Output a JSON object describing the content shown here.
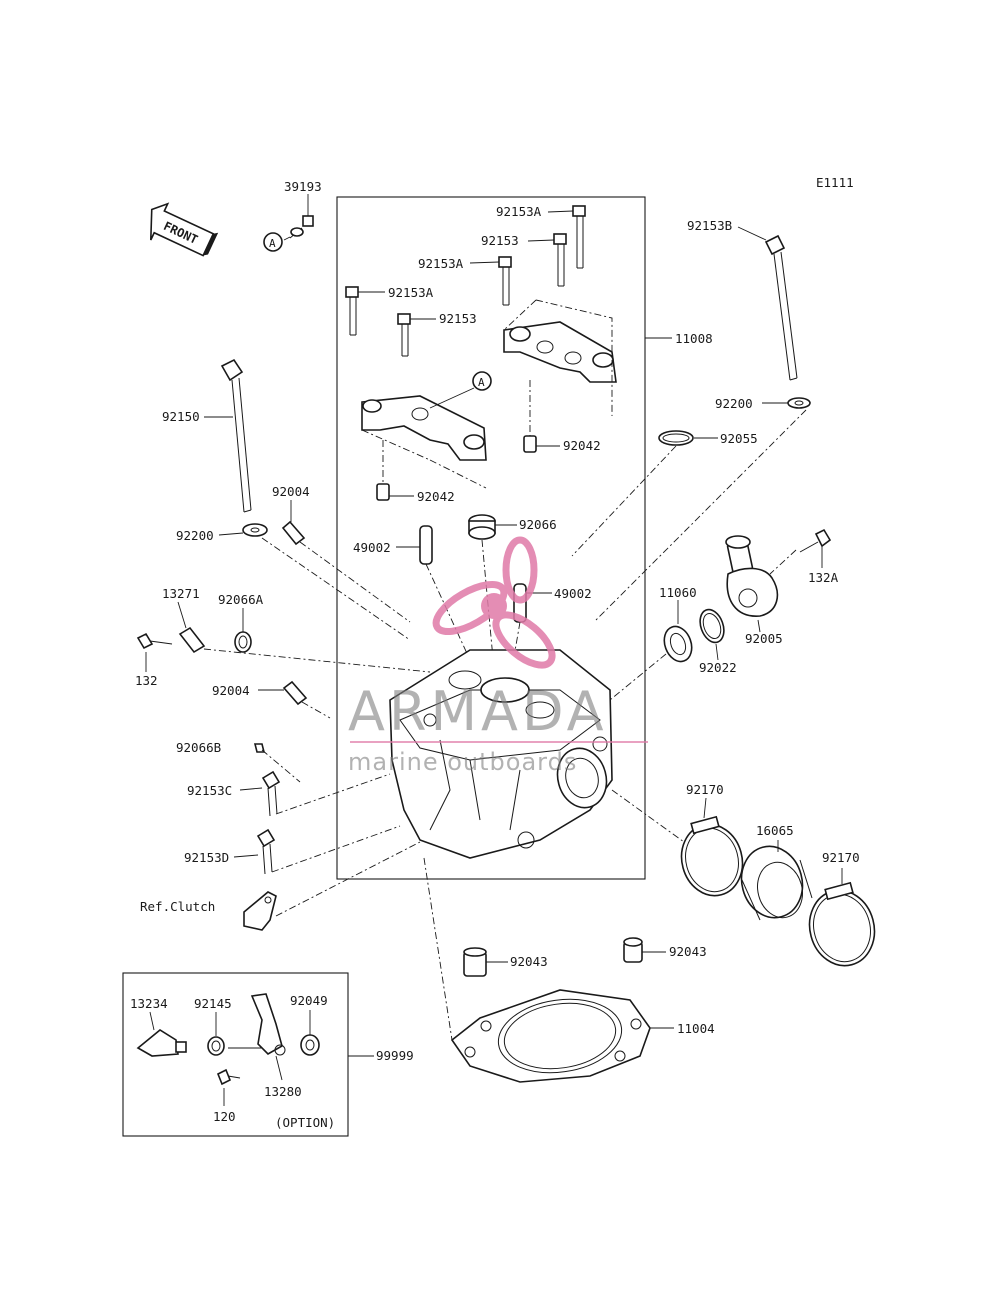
{
  "diagram": {
    "code": "E1111",
    "front_label": "FRONT",
    "ref_marker": "A",
    "option_note": "(OPTION)",
    "ref_clutch": "Ref.Clutch"
  },
  "parts": {
    "p39193": "39193",
    "p92153A_1": "92153A",
    "p92153_1": "92153",
    "p92153A_2": "92153A",
    "p92153A_3": "92153A",
    "p92153_2": "92153",
    "p92153B": "92153B",
    "p11008": "11008",
    "p92150": "92150",
    "p92200_1": "92200",
    "p92055": "92055",
    "p92042_1": "92042",
    "p92042_2": "92042",
    "p92004_1": "92004",
    "p92200_2": "92200",
    "p92066": "92066",
    "p49002_1": "49002",
    "p49002_2": "49002",
    "p132A": "132A",
    "p13271": "13271",
    "p92066A": "92066A",
    "p11060": "11060",
    "p92005": "92005",
    "p132": "132",
    "p92022": "92022",
    "p92004_2": "92004",
    "p92066B": "92066B",
    "p92170_1": "92170",
    "p16065": "16065",
    "p92170_2": "92170",
    "p92153C": "92153C",
    "p92153D": "92153D",
    "p92043_1": "92043",
    "p92043_2": "92043",
    "p13234": "13234",
    "p92145": "92145",
    "p92049": "92049",
    "p11004": "11004",
    "p99999": "99999",
    "p13280": "13280",
    "p120": "120"
  },
  "watermark": {
    "brand": "ARMADA",
    "tagline": "marine outboards",
    "color": "#e07aa8"
  }
}
